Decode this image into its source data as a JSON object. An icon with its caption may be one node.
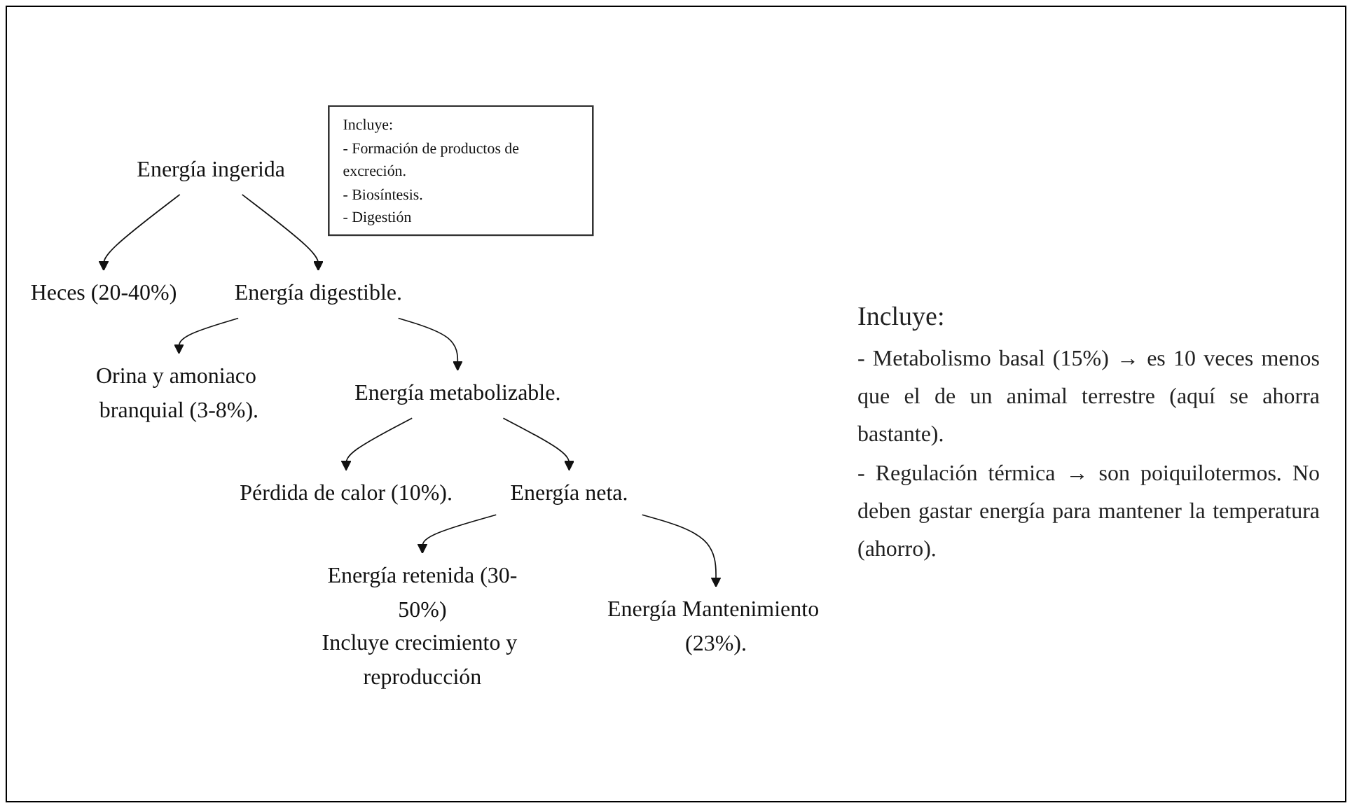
{
  "diagram": {
    "nodes": [
      {
        "text": [
          "Energía ingerida"
        ]
      },
      {
        "text": [
          "Heces (20-40%)"
        ]
      },
      {
        "text": [
          "Energía digestible."
        ]
      },
      {
        "text": [
          "Orina y amoniaco branquial (3-8%)."
        ]
      },
      {
        "text": [
          "Energía metabolizable."
        ]
      },
      {
        "text": [
          "Pérdida de calor (10%)."
        ]
      },
      {
        "text": [
          "Incluye:",
          "- Formación de productos de excreción.",
          "- Biosíntesis.",
          "- Digestión"
        ]
      },
      {
        "text": [
          "Energía neta."
        ]
      },
      {
        "text": [
          "Energía retenida (30-50%)",
          "Incluye crecimiento y reproducción"
        ]
      },
      {
        "text": [
          "Energía Mantenimiento (23%)."
        ]
      }
    ],
    "edges": [
      {
        "from": 0,
        "to": 1,
        "arrow": "to"
      },
      {
        "from": 0,
        "to": 2,
        "arrow": "to"
      },
      {
        "from": 2,
        "to": 3,
        "arrow": "to"
      },
      {
        "from": 2,
        "to": 4,
        "arrow": "to"
      },
      {
        "from": 4,
        "to": 7,
        "arrow": "to"
      },
      {
        "from": 4,
        "to": 5,
        "arrow": "to"
      },
      {
        "from": 7,
        "to": 8,
        "arrow": "to"
      },
      {
        "from": 7,
        "to": 9,
        "arrow": "to"
      }
    ],
    "labels": [
      "Incluye:",
      "- Metabolismo basal (15%) → es 10 veces menos que el de un animal terrestre (aquí se ahorra bastante).",
      "- Regulación térmica → son poiquilotermos. No deben gastar energía para mantener la temperatura (ahorro)."
    ]
  }
}
